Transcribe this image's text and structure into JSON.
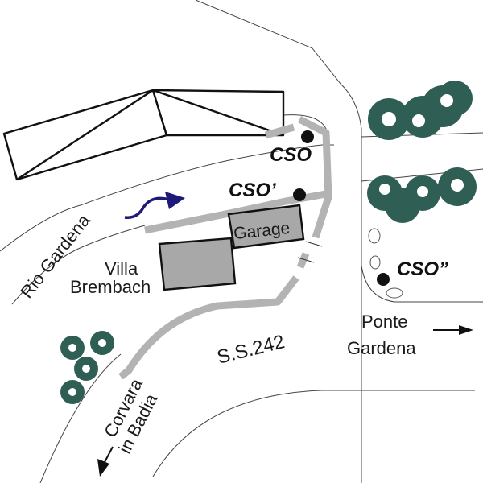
{
  "map": {
    "labels": {
      "river": "Rio Gardena",
      "villa_line1": "Villa",
      "villa_line2": "Brembach",
      "garage": "Garage",
      "road": "S.S.242",
      "dest_right_line1": "Ponte",
      "dest_right_line2": "Gardena",
      "dest_left_line1": "Corvara",
      "dest_left_line2": "in Badia"
    },
    "overflows": [
      {
        "id": "cso",
        "label": "CSO"
      },
      {
        "id": "cso-prime",
        "label": "CSO’"
      },
      {
        "id": "cso-double-prime",
        "label": "CSO”"
      }
    ],
    "colors": {
      "flow_arrow": "#1f1a7a",
      "tree": "#2f5f54",
      "building_fill": "#a8a8a8",
      "sewer_line": "#b3b3b3"
    }
  }
}
